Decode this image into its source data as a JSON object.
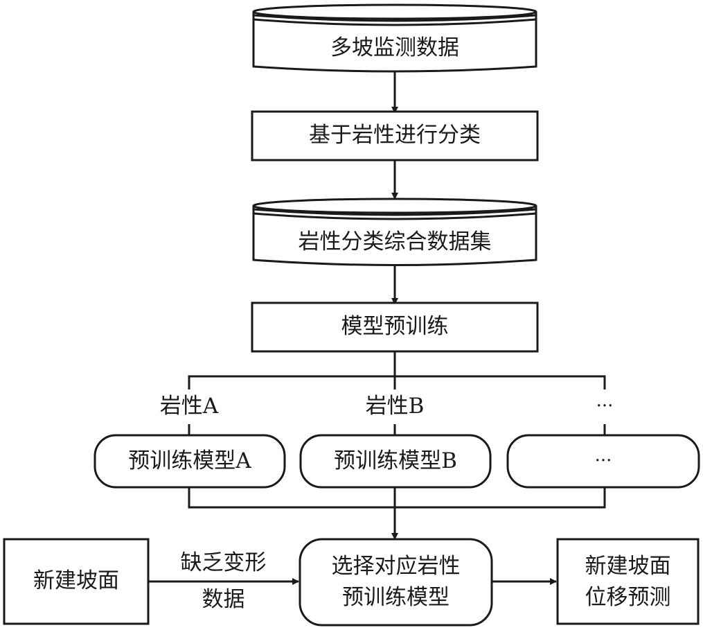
{
  "diagram": {
    "nodes": {
      "multi_slope_data": "多坡监测数据",
      "classify_by_lithology": "基于岩性进行分类",
      "lithology_dataset": "岩性分类综合数据集",
      "model_pretraining": "模型预训练",
      "pretrained_model_a": "预训练模型A",
      "pretrained_model_b": "预训练模型B",
      "pretrained_model_more": "···",
      "new_slope": "新建坡面",
      "select_model_line1": "选择对应岩性",
      "select_model_line2": "预训练模型",
      "prediction_line1": "新建坡面",
      "prediction_line2": "位移预测"
    },
    "branch_labels": {
      "a": "岩性A",
      "b": "岩性B",
      "more": "···"
    },
    "edge_labels": {
      "lack_data_line1": "缺乏变形",
      "lack_data_line2": "数据"
    }
  }
}
